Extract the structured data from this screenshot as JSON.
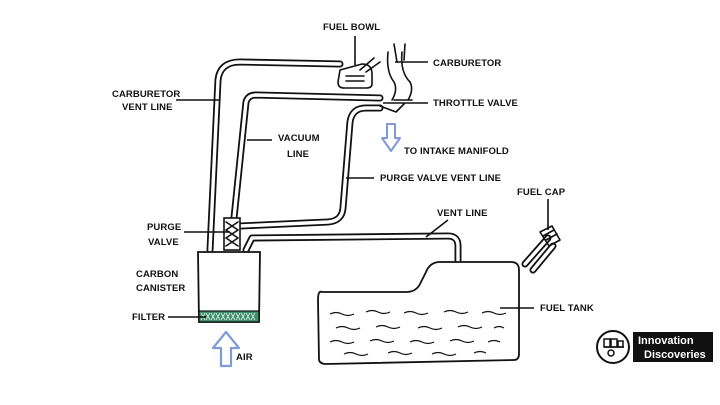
{
  "labels": {
    "fuel_bowl": "FUEL BOWL",
    "carburetor": "CARBURETOR",
    "carburetor_vent_line_1": "CARBURETOR",
    "carburetor_vent_line_2": "VENT LINE",
    "throttle_valve": "THROTTLE VALVE",
    "vacuum_line_1": "VACUUM",
    "vacuum_line_2": "LINE",
    "to_intake_manifold": "TO INTAKE MANIFOLD",
    "purge_valve_vent_line": "PURGE VALVE VENT LINE",
    "fuel_cap": "FUEL CAP",
    "vent_line": "VENT LINE",
    "purge_valve_1": "PURGE",
    "purge_valve_2": "VALVE",
    "carbon_canister_1": "CARBON",
    "carbon_canister_2": "CANISTER",
    "fuel_tank": "FUEL TANK",
    "filter": "FILTER",
    "air": "AIR"
  },
  "logo": {
    "line1": "Innovation",
    "line2": "Discoveries"
  },
  "colors": {
    "ink": "#111111",
    "arrow_blue": "#7f9ad6",
    "filter_green": "#3f8f6a",
    "logo_bg": "#111111"
  },
  "icons": {
    "air_arrow": "up-arrow-icon",
    "intake_arrow": "down-arrow-icon",
    "logo": "engine-logo-icon"
  }
}
